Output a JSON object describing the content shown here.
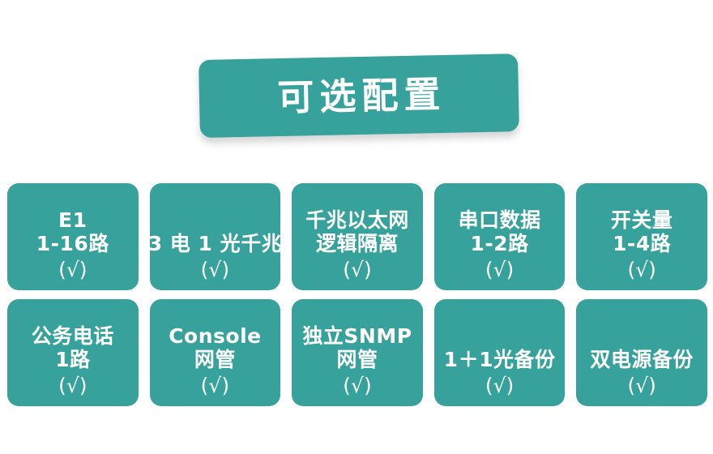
{
  "banner": {
    "title": "可选配置",
    "color": "#37a19b",
    "text_color": "#ffffff"
  },
  "theme": {
    "accent": "#37a19b",
    "background": "#ffffff",
    "card_text": "#ffffff"
  },
  "grid": {
    "rows": [
      {
        "cards": [
          {
            "lines": [
              "E1",
              "1-16路"
            ],
            "check": "(√)"
          },
          {
            "lines": [
              "3 电 1 光千兆"
            ],
            "check": "(√)"
          },
          {
            "lines": [
              "千兆以太网",
              "逻辑隔离"
            ],
            "check": "(√)"
          },
          {
            "lines": [
              "串口数据",
              "1-2路"
            ],
            "check": "(√)"
          },
          {
            "lines": [
              "开关量",
              "1-4路"
            ],
            "check": "(√)"
          }
        ]
      },
      {
        "cards": [
          {
            "lines": [
              "公务电话",
              "1路"
            ],
            "check": "(√)"
          },
          {
            "lines": [
              "Console",
              "网管"
            ],
            "check": "(√)"
          },
          {
            "lines": [
              "独立SNMP",
              "网管"
            ],
            "check": "(√)"
          },
          {
            "lines": [
              "1＋1光备份"
            ],
            "check": "(√)"
          },
          {
            "lines": [
              "双电源备份"
            ],
            "check": "(√)"
          }
        ]
      }
    ]
  }
}
